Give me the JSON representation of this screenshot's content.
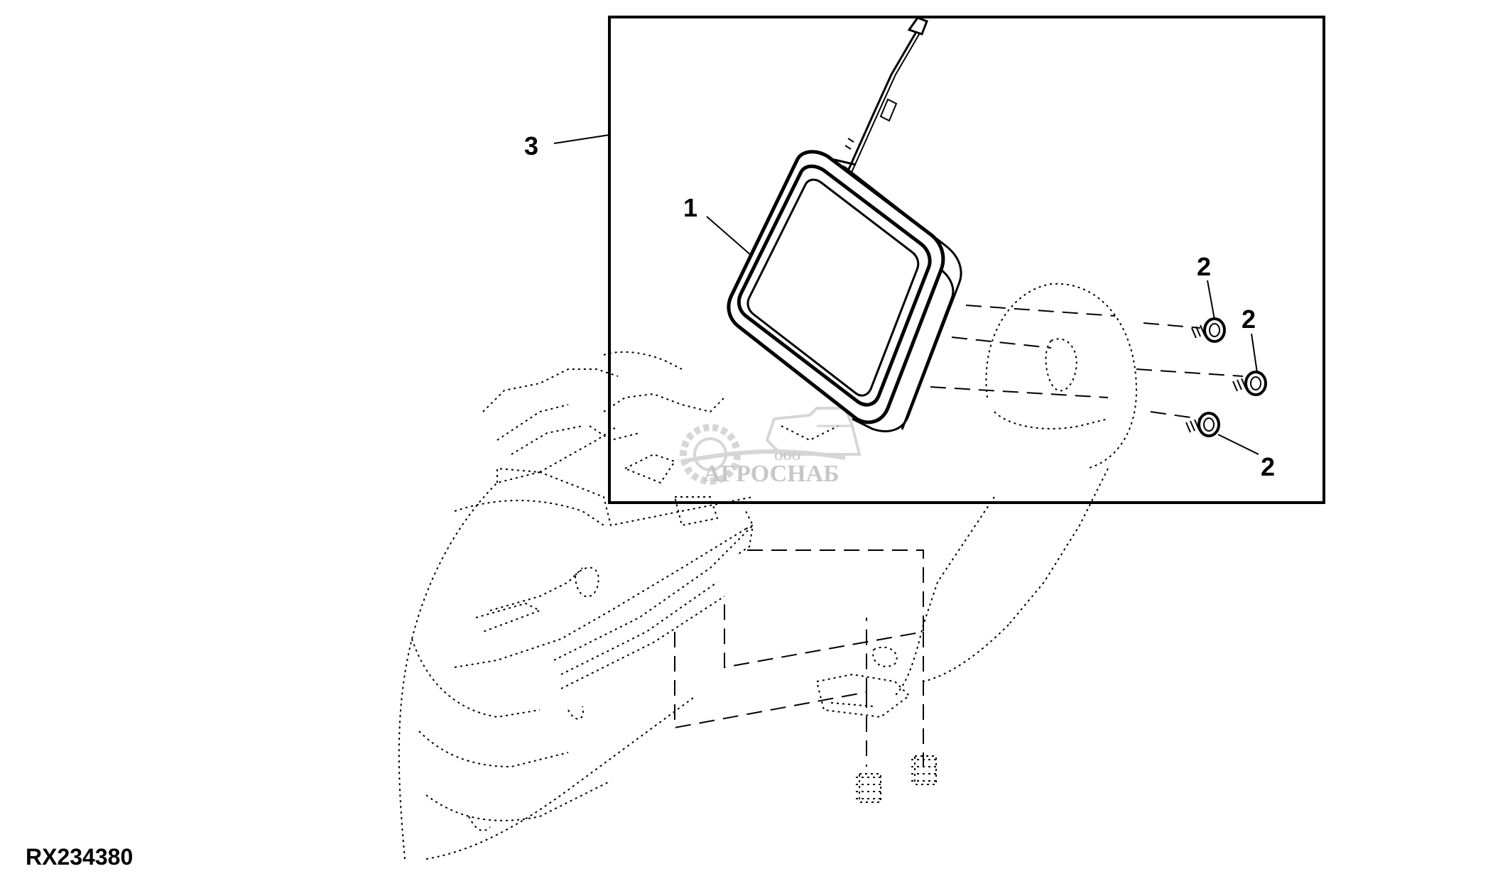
{
  "figure": {
    "id_label": "RX234380"
  },
  "callouts": {
    "display": "1",
    "screw_top": "2",
    "screw_middle": "2",
    "screw_bottom": "2",
    "kit": "3"
  },
  "watermark": {
    "company_prefix": "ООО",
    "company_name": "АГРОСНАБ"
  }
}
